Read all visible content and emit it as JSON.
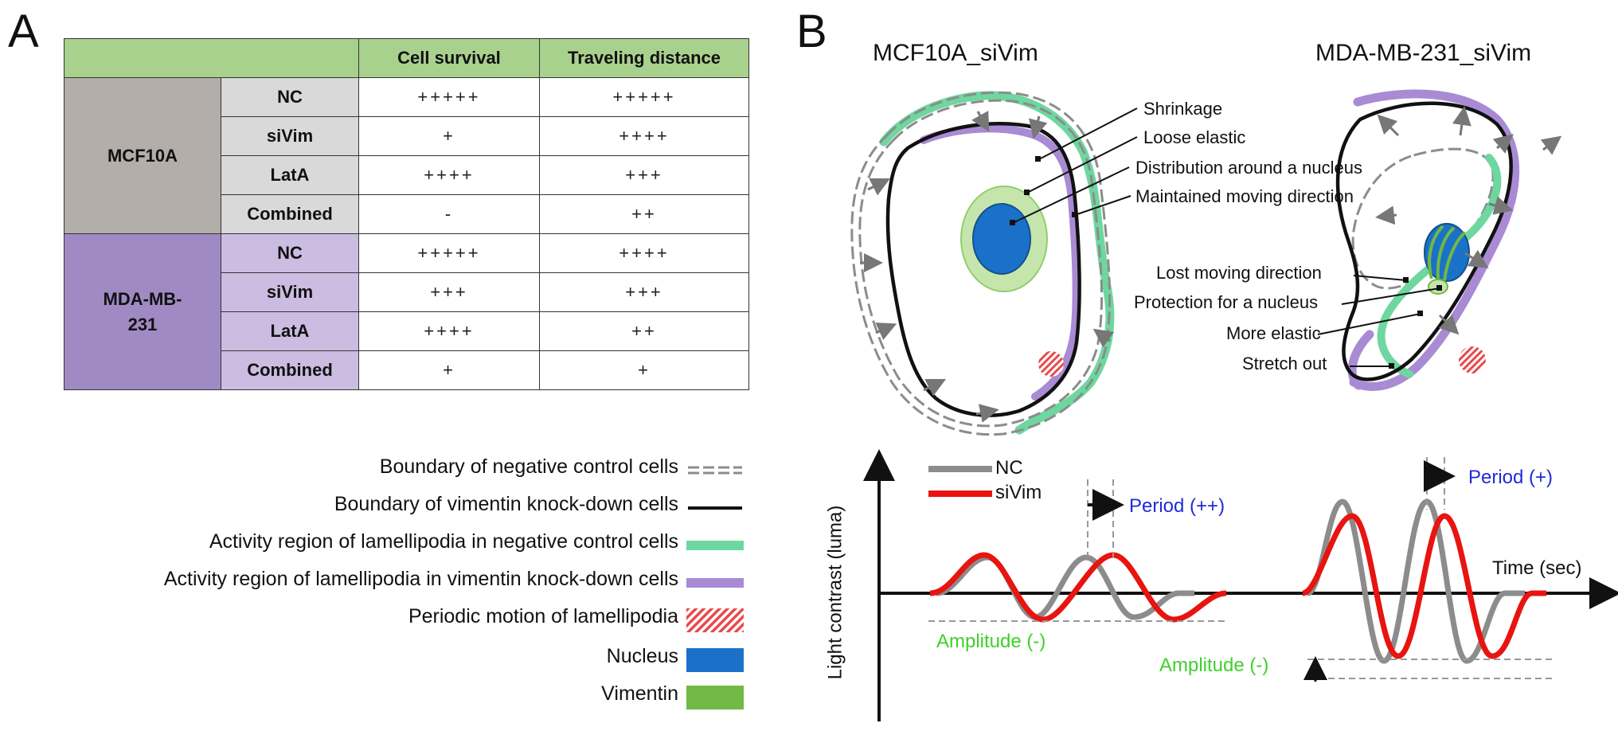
{
  "panel_a": {
    "letter": "A",
    "table": {
      "headers": [
        "Cell survival",
        "Traveling distance"
      ],
      "groups": [
        {
          "name": "MCF10A",
          "rows": [
            {
              "condition": "NC",
              "cell_survival": "+++++",
              "traveling_distance": "+++++"
            },
            {
              "condition": "siVim",
              "cell_survival": "+",
              "traveling_distance": "++++"
            },
            {
              "condition": "LatA",
              "cell_survival": "++++",
              "traveling_distance": "+++"
            },
            {
              "condition": "Combined",
              "cell_survival": "-",
              "traveling_distance": "++"
            }
          ]
        },
        {
          "name": "MDA-MB-231",
          "rows": [
            {
              "condition": "NC",
              "cell_survival": "+++++",
              "traveling_distance": "++++"
            },
            {
              "condition": "siVim",
              "cell_survival": "+++",
              "traveling_distance": "+++"
            },
            {
              "condition": "LatA",
              "cell_survival": "++++",
              "traveling_distance": "++"
            },
            {
              "condition": "Combined",
              "cell_survival": "+",
              "traveling_distance": "+"
            }
          ]
        }
      ]
    },
    "legend": [
      {
        "label": "Boundary of negative control cells",
        "swatch": "dashed-gray-line"
      },
      {
        "label": "Boundary of vimentin knock-down cells",
        "swatch": "solid-black-line"
      },
      {
        "label": "Activity region of lamellipodia in negative control cells",
        "swatch": "green-band"
      },
      {
        "label": "Activity region of lamellipodia in vimentin knock-down cells",
        "swatch": "purple-band"
      },
      {
        "label": "Periodic motion of lamellipodia",
        "swatch": "red-hatched-box"
      },
      {
        "label": "Nucleus",
        "swatch": "blue-box"
      },
      {
        "label": "Vimentin",
        "swatch": "green-box"
      }
    ]
  },
  "panel_b": {
    "letter": "B",
    "cell_left": {
      "title": "MCF10A_siVim",
      "annotations": [
        "Shrinkage",
        "Loose elastic",
        "Distribution around a nucleus",
        "Maintained moving direction"
      ]
    },
    "cell_right": {
      "title": "MDA-MB-231_siVim",
      "annotations": [
        "Lost moving direction",
        "Protection for a nucleus",
        "More elastic",
        "Stretch out"
      ]
    },
    "plot": {
      "ylabel": "Light contrast (luma)",
      "xlabel": "Time (sec)",
      "legend": [
        {
          "name": "NC",
          "color": "#8c8c8c"
        },
        {
          "name": "siVim",
          "color": "#e8140f"
        }
      ],
      "period_left": "Period (++)",
      "period_right": "Period (+)",
      "amplitude_left": "Amplitude (-)",
      "amplitude_right": "Amplitude (-)"
    }
  },
  "colors": {
    "header_green": "#a9d18e",
    "mcf_group": "#b3aeaa",
    "mcf_cond": "#d9d9d9",
    "mda_group": "#a08ac4",
    "mda_cond": "#ccbce2",
    "nucleus_blue": "#1a72c8",
    "vimentin_green": "#72b845",
    "lamellipodia_nc": "#6ed79f",
    "lamellipodia_kd": "#a98bd4",
    "periodic_red": "#e84a4a",
    "annotation_green": "#3fd02a",
    "annotation_blue": "#1f2bd8",
    "nc_gray": "#8c8c8c",
    "sivim_red": "#e8140f"
  }
}
